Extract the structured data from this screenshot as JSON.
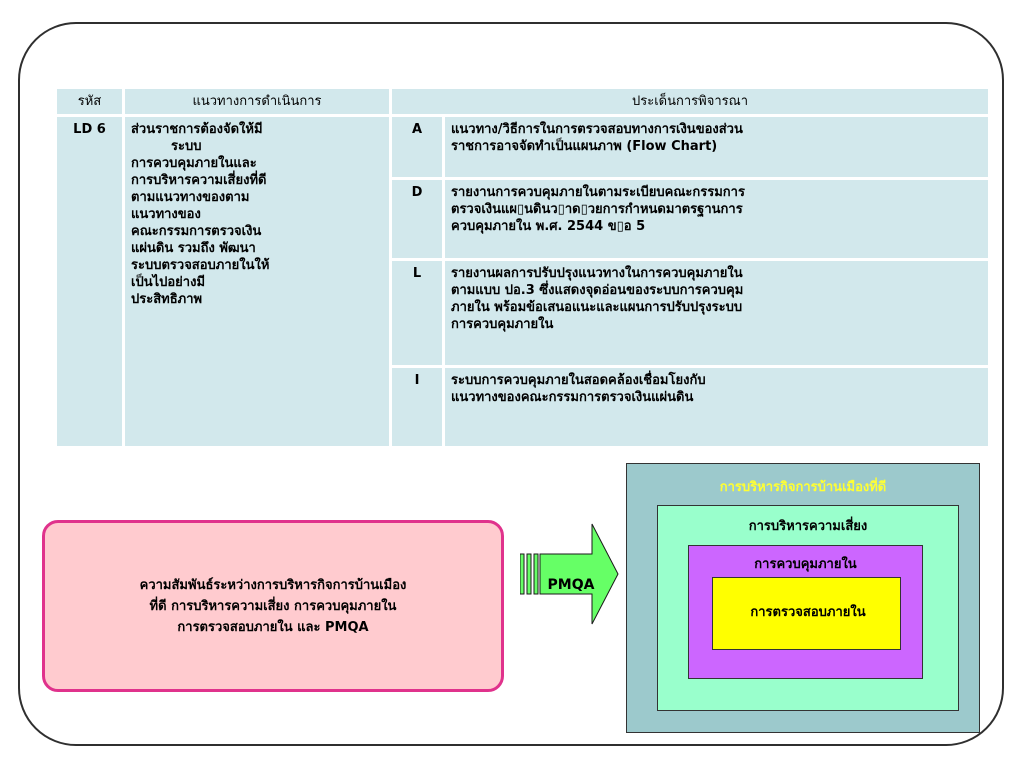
{
  "table": {
    "headers": [
      "รหัส",
      "แนวทางการดำเนินการ",
      "ประเด็นการพิจารณา"
    ],
    "code": "LD 6",
    "method_lines": [
      "ส่วนราชการต้องจัดให้มี",
      "ระบบ",
      "การควบคุมภายในและ",
      "การบริหารความเสี่ยงที่ดี",
      "ตามแนวทางของตาม",
      "แนวทางของ",
      "คณะกรรมการตรวจเงิน",
      "แผ่นดิน รวมถึง พัฒนา",
      "ระบบตรวจสอบภายในให้",
      "เป็นไปอย่างมี",
      "ประสิทธิภาพ"
    ],
    "items": [
      {
        "letter": "A",
        "lines": [
          "แนวทาง/วิธีการในการตรวจสอบทางการเงินของส่วน",
          "ราชการอาจจัดทำเป็นแผนภาพ (Flow Chart)"
        ]
      },
      {
        "letter": "D",
        "lines": [
          "รายงานการควบคุมภายในตามระเบียบคณะกรรมการ",
          "ตรวจเงินแผ▯นดินว▯าด▯วยการกำหนดมาตรฐานการ",
          "ควบคุมภายใน พ.ศ. 2544 ข▯อ 5"
        ]
      },
      {
        "letter": "L",
        "lines": [
          "รายงานผลการปรับปรุงแนวทางในการควบคุมภายใน",
          "ตามแบบ ปอ.3 ซึ่งแสดงจุดอ่อนของระบบการควบคุม",
          "ภายใน พร้อมข้อเสนอแนะและแผนการปรับปรุงระบบ",
          "การควบคุมภายใน"
        ]
      },
      {
        "letter": "I",
        "lines": [
          "ระบบการควบคุมภายในสอดคล้องเชื่อมโยงกับ",
          "แนวทางของคณะกรรมการตรวจเงินแผ่นดิน"
        ]
      }
    ]
  },
  "relation": {
    "lines": [
      "ความสัมพันธ์ระหว่างการบริหารกิจการบ้านเมือง",
      "ที่ดี การบริหารความเสี่ยง การควบคุมภายใน",
      "การตรวจสอบภายใน และ PMQA"
    ]
  },
  "arrow": {
    "label": "PMQA",
    "fill": "#66ff66"
  },
  "nested": {
    "outer": "การบริหารกิจการบ้านเมืองที่ดี",
    "second": "การบริหารความเสี่ยง",
    "third": "การควบคุมภายใน",
    "inner": "การตรวจสอบภายใน"
  },
  "colors": {
    "table_cell": "#d2e8ec",
    "pink_fill": "#ffcbcf",
    "pink_border": "#e0328c",
    "box_outer": "#9cc9cc",
    "box_second": "#99ffcc",
    "box_third": "#cc66ff",
    "box_inner": "#ffff00",
    "outer_label": "#ffff33"
  }
}
